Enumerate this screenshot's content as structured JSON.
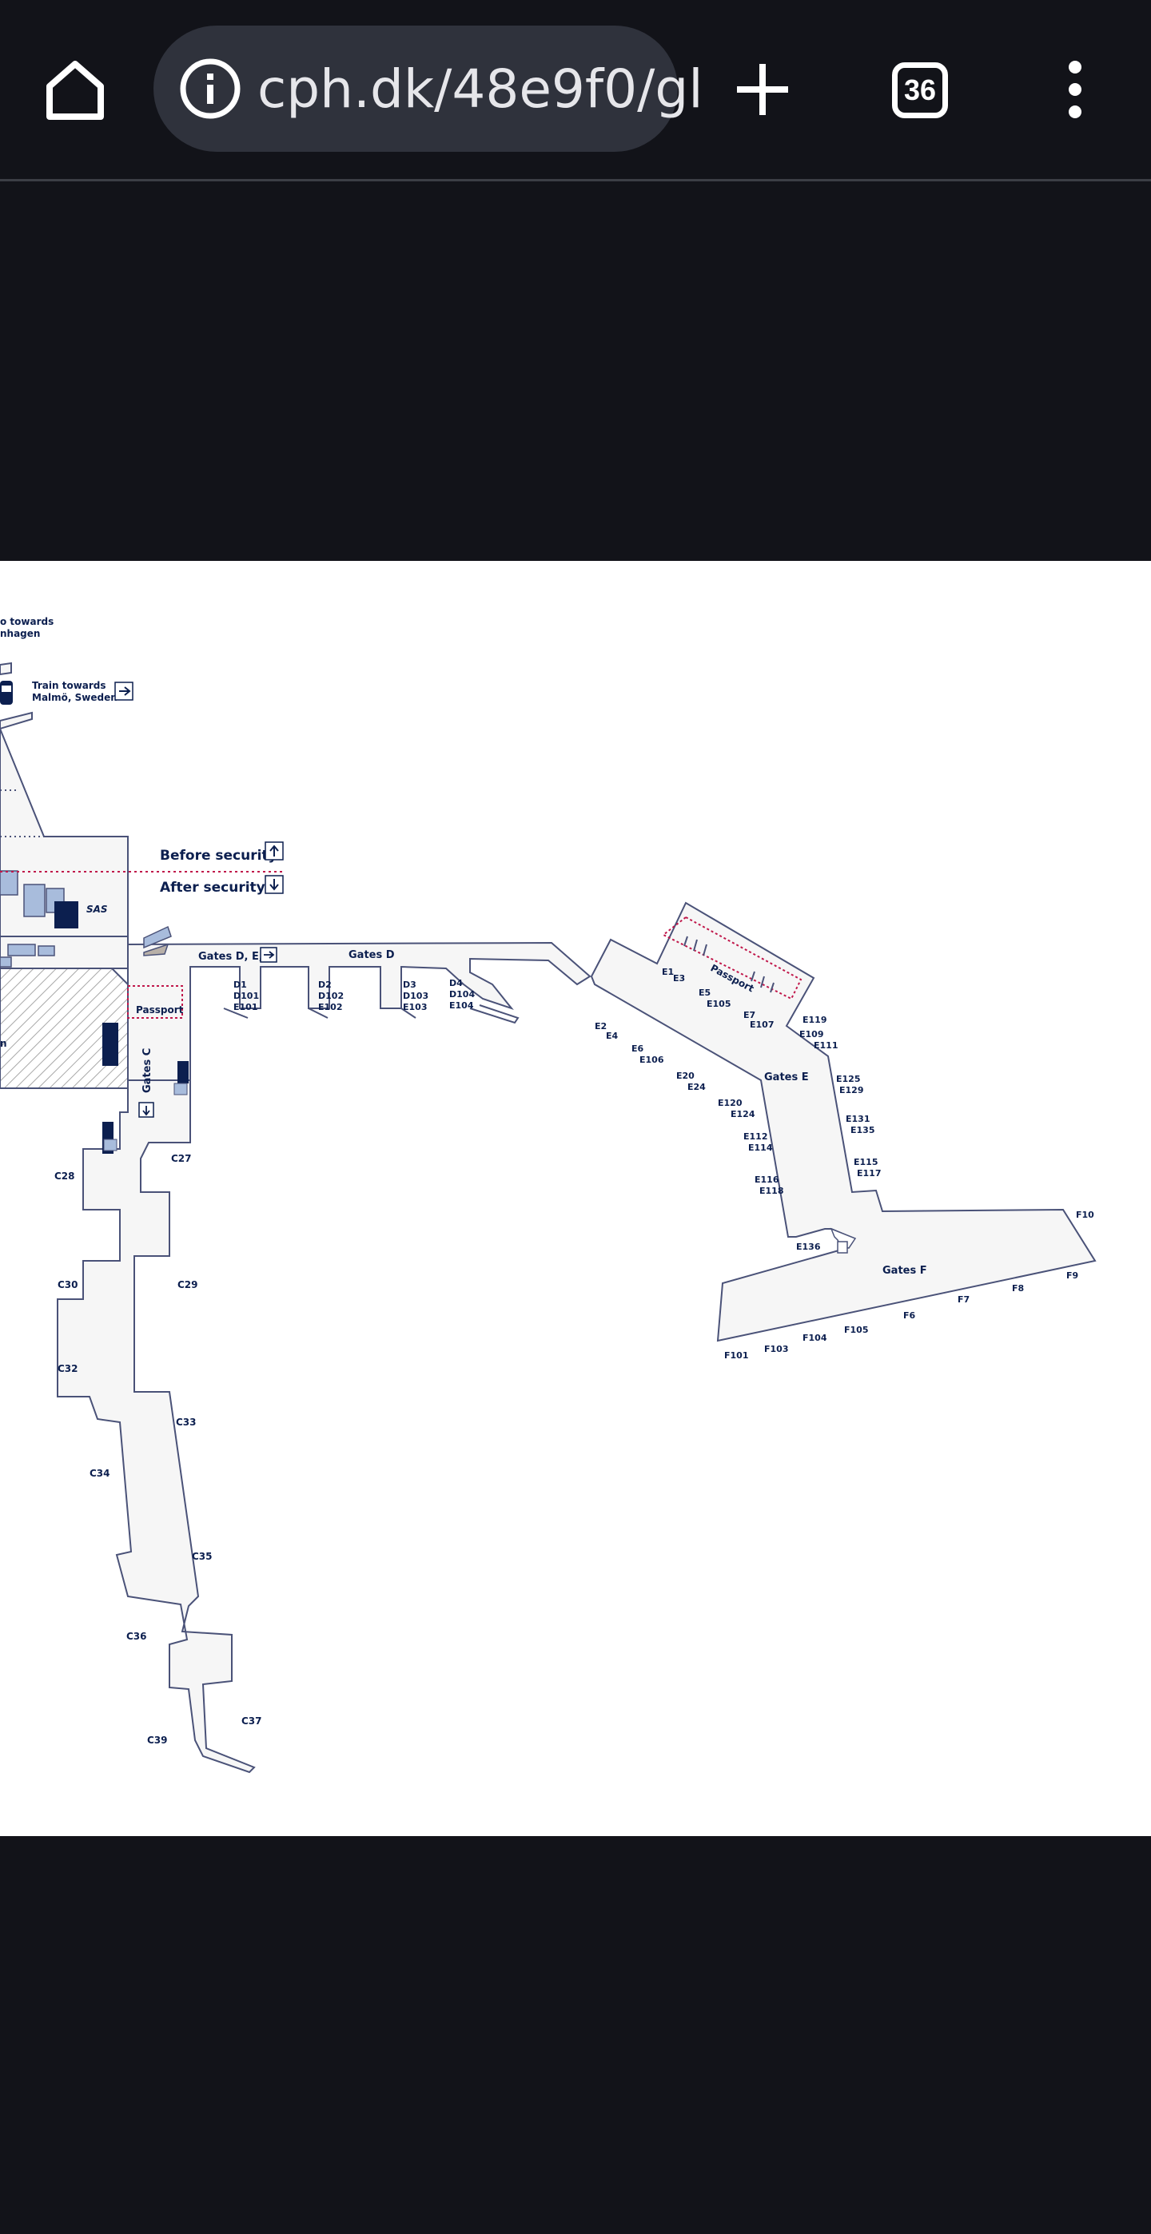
{
  "browser": {
    "url": "cph.dk/48e9f0/gl",
    "tab_count": "36",
    "icons": [
      "home-icon",
      "info-icon",
      "plus-icon",
      "tab-count-icon",
      "more-vert-icon"
    ]
  },
  "map": {
    "transport": {
      "train_copenhagen": "o towards\nnhagen",
      "train_malmo_line1": "Train towards",
      "train_malmo_line2": "Malmö, Sweden"
    },
    "security": {
      "before": "Before security",
      "after": "After security"
    },
    "areas": {
      "passport_c": "Passport",
      "passport_e": "Passport",
      "gates_c": "Gates C",
      "gates_def": "Gates D, E, F",
      "gates_d": "Gates D",
      "gates_e": "Gates E",
      "gates_f": "Gates F",
      "sas_lounge": "SAS",
      "edge_text": "n"
    },
    "gates_c_list": [
      "C27",
      "C28",
      "C29",
      "C30",
      "C32",
      "C33",
      "C34",
      "C35",
      "C36",
      "C37",
      "C39"
    ],
    "gates_d_list": [
      [
        "D1",
        "D101",
        "E101"
      ],
      [
        "D2",
        "D102",
        "E102"
      ],
      [
        "D3",
        "D103",
        "E103"
      ],
      [
        "D4",
        "D104",
        "E104"
      ]
    ],
    "gates_e_list": [
      "E1",
      "E3",
      "E5",
      "E105",
      "E7",
      "E107",
      "E2",
      "E4",
      "E6",
      "E106",
      "E20",
      "E24",
      "E120",
      "E124",
      "E112",
      "E114",
      "E116",
      "E118",
      "E136",
      "E119",
      "E109",
      "E111",
      "E125",
      "E129",
      "E131",
      "E135",
      "E115",
      "E117"
    ],
    "gates_f_list": [
      "F10",
      "F9",
      "F8",
      "F7",
      "F6",
      "F105",
      "F104",
      "F103",
      "F101"
    ]
  }
}
